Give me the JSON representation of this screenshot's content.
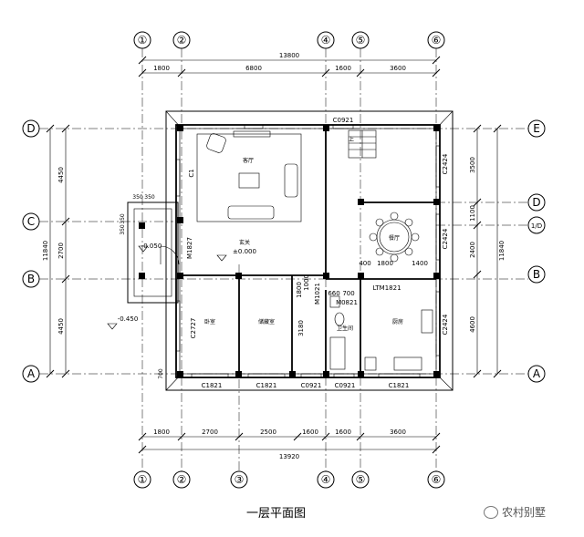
{
  "plan": {
    "title": "一层平面图",
    "watermark": "农村别墅",
    "axes_top": [
      "①",
      "②",
      "④",
      "⑤",
      "⑥"
    ],
    "axes_bottom": [
      "①",
      "②",
      "③",
      "④",
      "⑤",
      "⑥"
    ],
    "axes_left": [
      "D",
      "C",
      "B",
      "A"
    ],
    "axes_right": [
      "E",
      "D",
      "1/D",
      "B",
      "A"
    ],
    "dims_top_total": "13800",
    "dims_top": [
      "1800",
      "6800",
      "1600",
      "3600"
    ],
    "dims_bottom_total": "13920",
    "dims_bottom": [
      "1800",
      "2700",
      "2500",
      "1600",
      "1600",
      "3600"
    ],
    "dims_left_total": "11840",
    "dims_left": [
      "4450",
      "2700",
      "4450"
    ],
    "dims_right_total": "11840",
    "dims_right": [
      "3500",
      "1100",
      "2400",
      "4600"
    ],
    "rooms": {
      "living": "客厅",
      "dining": "餐厅",
      "foyer": "玄关",
      "foyer_level": "±0.000",
      "bedroom": "卧室",
      "storage": "储藏室",
      "bath": "卫生间",
      "kitchen": "厨房"
    },
    "labels": {
      "c0921_top": "C0921",
      "c1": "C1",
      "m1827": "M1827",
      "c2727": "C2727",
      "c2424_1": "C2424",
      "c2424_2": "C2424",
      "c2424_3": "C2424",
      "c1821_1": "C1821",
      "c1821_2": "C1821",
      "c0921_b1": "C0921",
      "c0921_b2": "C0921",
      "c1821_3": "C1821",
      "ltm1821": "LTM1821",
      "m1021": "M1021",
      "m0821": "M0821",
      "d1800_1400": "1800",
      "d1400": "1400",
      "d400": "400",
      "d660": "660",
      "d700": "700",
      "d1800v": "1800",
      "d1000": "1000",
      "d3180": "3180",
      "d350a": "350",
      "d350b": "350",
      "d350c": "350",
      "d350d": "350",
      "lvl_porch": "-0.050",
      "lvl_out": "-0.450",
      "d700b": "700",
      "stair_up": "上"
    }
  }
}
